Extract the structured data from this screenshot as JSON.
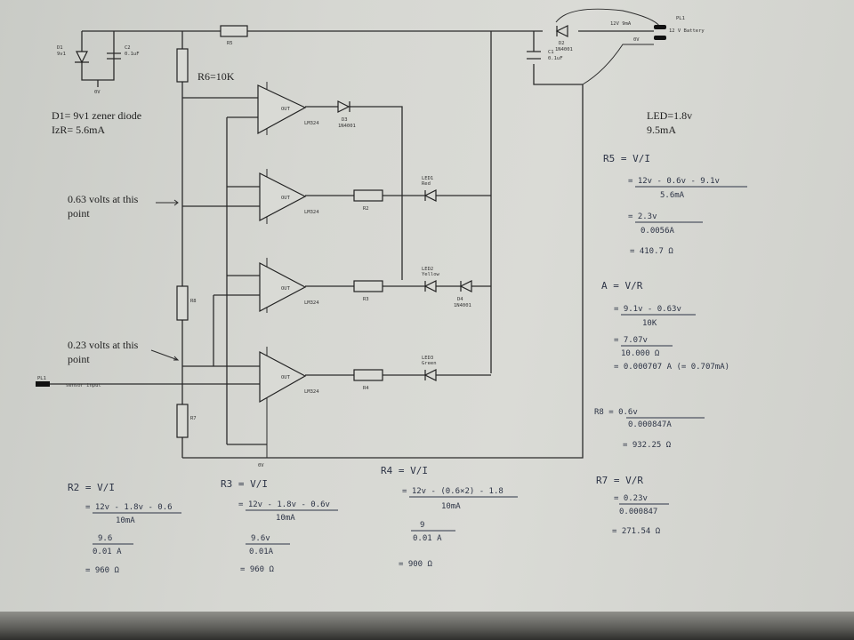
{
  "components": {
    "d1": "D1",
    "d1_value": "9v1",
    "c2": "C2",
    "c2_value": "0.1uF",
    "r5": "R5",
    "r6": "R6=10K",
    "r8": "R8",
    "r7": "R7",
    "r2": "R2",
    "r3": "R3",
    "r4": "R4",
    "c1": "C1",
    "c1_value": "0.1uF",
    "d2": "D2",
    "d2_value": "1N4001",
    "d3": "D3",
    "d3_value": "1N4001",
    "d4": "D4",
    "d4_value": "1N4001",
    "led1": "LED1",
    "led1_color": "Red",
    "led2": "LED2",
    "led2_color": "Yellow",
    "led3": "LED3",
    "led3_color": "Green",
    "opamp": "LM324",
    "out": "OUT",
    "ground": "0V",
    "j1": "PL1",
    "sensor_label": "sensor input",
    "pl1": "PL1",
    "supply_12v": "12V 9mA",
    "supply_0v": "0V",
    "battery": "12 V Battery",
    "ov_bottom": "0V"
  },
  "notes": {
    "d1_desc": "D1= 9v1 zener diode",
    "izr": "IzR= 5.6mA",
    "point1": "0.63 volts at this",
    "point1b": "point",
    "point2": "0.23 volts at this",
    "point2b": "point",
    "led": "LED=1.8v",
    "led_current": "9.5mA"
  },
  "calcs": {
    "r5": {
      "l1": "R5 = V/I",
      "n1": "= 12v - 0.6v - 9.1v",
      "d1": "5.6mA",
      "n2": "= 2.3v",
      "d2": "0.0056A",
      "r": "= 410.7 Ω"
    },
    "a": {
      "l1": "A = V/R",
      "n1": "= 9.1v - 0.63v",
      "d1": "10K",
      "n2": "= 7.07v",
      "d2": "10.000 Ω",
      "r": "= 0.000707 A  (= 0.707mA)"
    },
    "r8": {
      "l1": "R8 = 0.6v",
      "d1": "0.000847A",
      "r": "= 932.25 Ω"
    },
    "r2": {
      "l1": "R2 = V/I",
      "n1": "= 12v - 1.8v - 0.6",
      "d1": "10mA",
      "n2": "9.6",
      "d2": "0.01 A",
      "r": "= 960 Ω"
    },
    "r3": {
      "l1": "R3 = V/I",
      "n1": "= 12v - 1.8v - 0.6v",
      "d1": "10mA",
      "n2": "9.6v",
      "d2": "0.01A",
      "r": "= 960 Ω"
    },
    "r4": {
      "l1": "R4 = V/I",
      "n1": "= 12v - (0.6×2) - 1.8",
      "d1": "10mA",
      "n2": "9",
      "d2": "0.01 A",
      "r": "= 900 Ω"
    },
    "r7": {
      "l1": "R7 = V/R",
      "n1": "= 0.23v",
      "d1": "0.000847",
      "r": "= 271.54 Ω"
    }
  }
}
